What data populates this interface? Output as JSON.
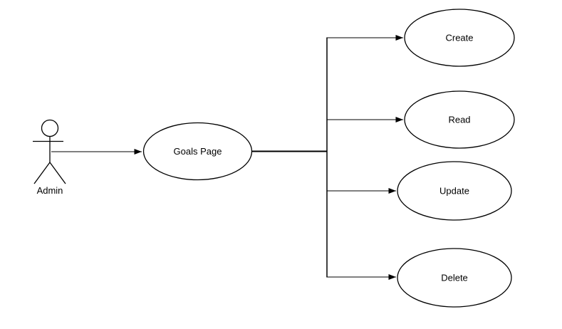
{
  "diagram": {
    "type": "uml-use-case-diagram",
    "background_color": "#ffffff",
    "stroke_color": "#000000",
    "shape_fill_color": "#ffffff",
    "actor": {
      "id": "admin",
      "label": "Admin"
    },
    "use_cases": [
      {
        "id": "goals-page",
        "label": "Goals Page"
      },
      {
        "id": "create",
        "label": "Create"
      },
      {
        "id": "read",
        "label": "Read"
      },
      {
        "id": "update",
        "label": "Update"
      },
      {
        "id": "delete",
        "label": "Delete"
      }
    ],
    "edges": [
      {
        "from": "admin",
        "to": "goals-page",
        "arrow": "filled-triangle"
      },
      {
        "from": "goals-page",
        "to": "create",
        "arrow": "filled-triangle"
      },
      {
        "from": "goals-page",
        "to": "read",
        "arrow": "filled-triangle"
      },
      {
        "from": "goals-page",
        "to": "update",
        "arrow": "filled-triangle"
      },
      {
        "from": "goals-page",
        "to": "delete",
        "arrow": "filled-triangle"
      }
    ]
  }
}
